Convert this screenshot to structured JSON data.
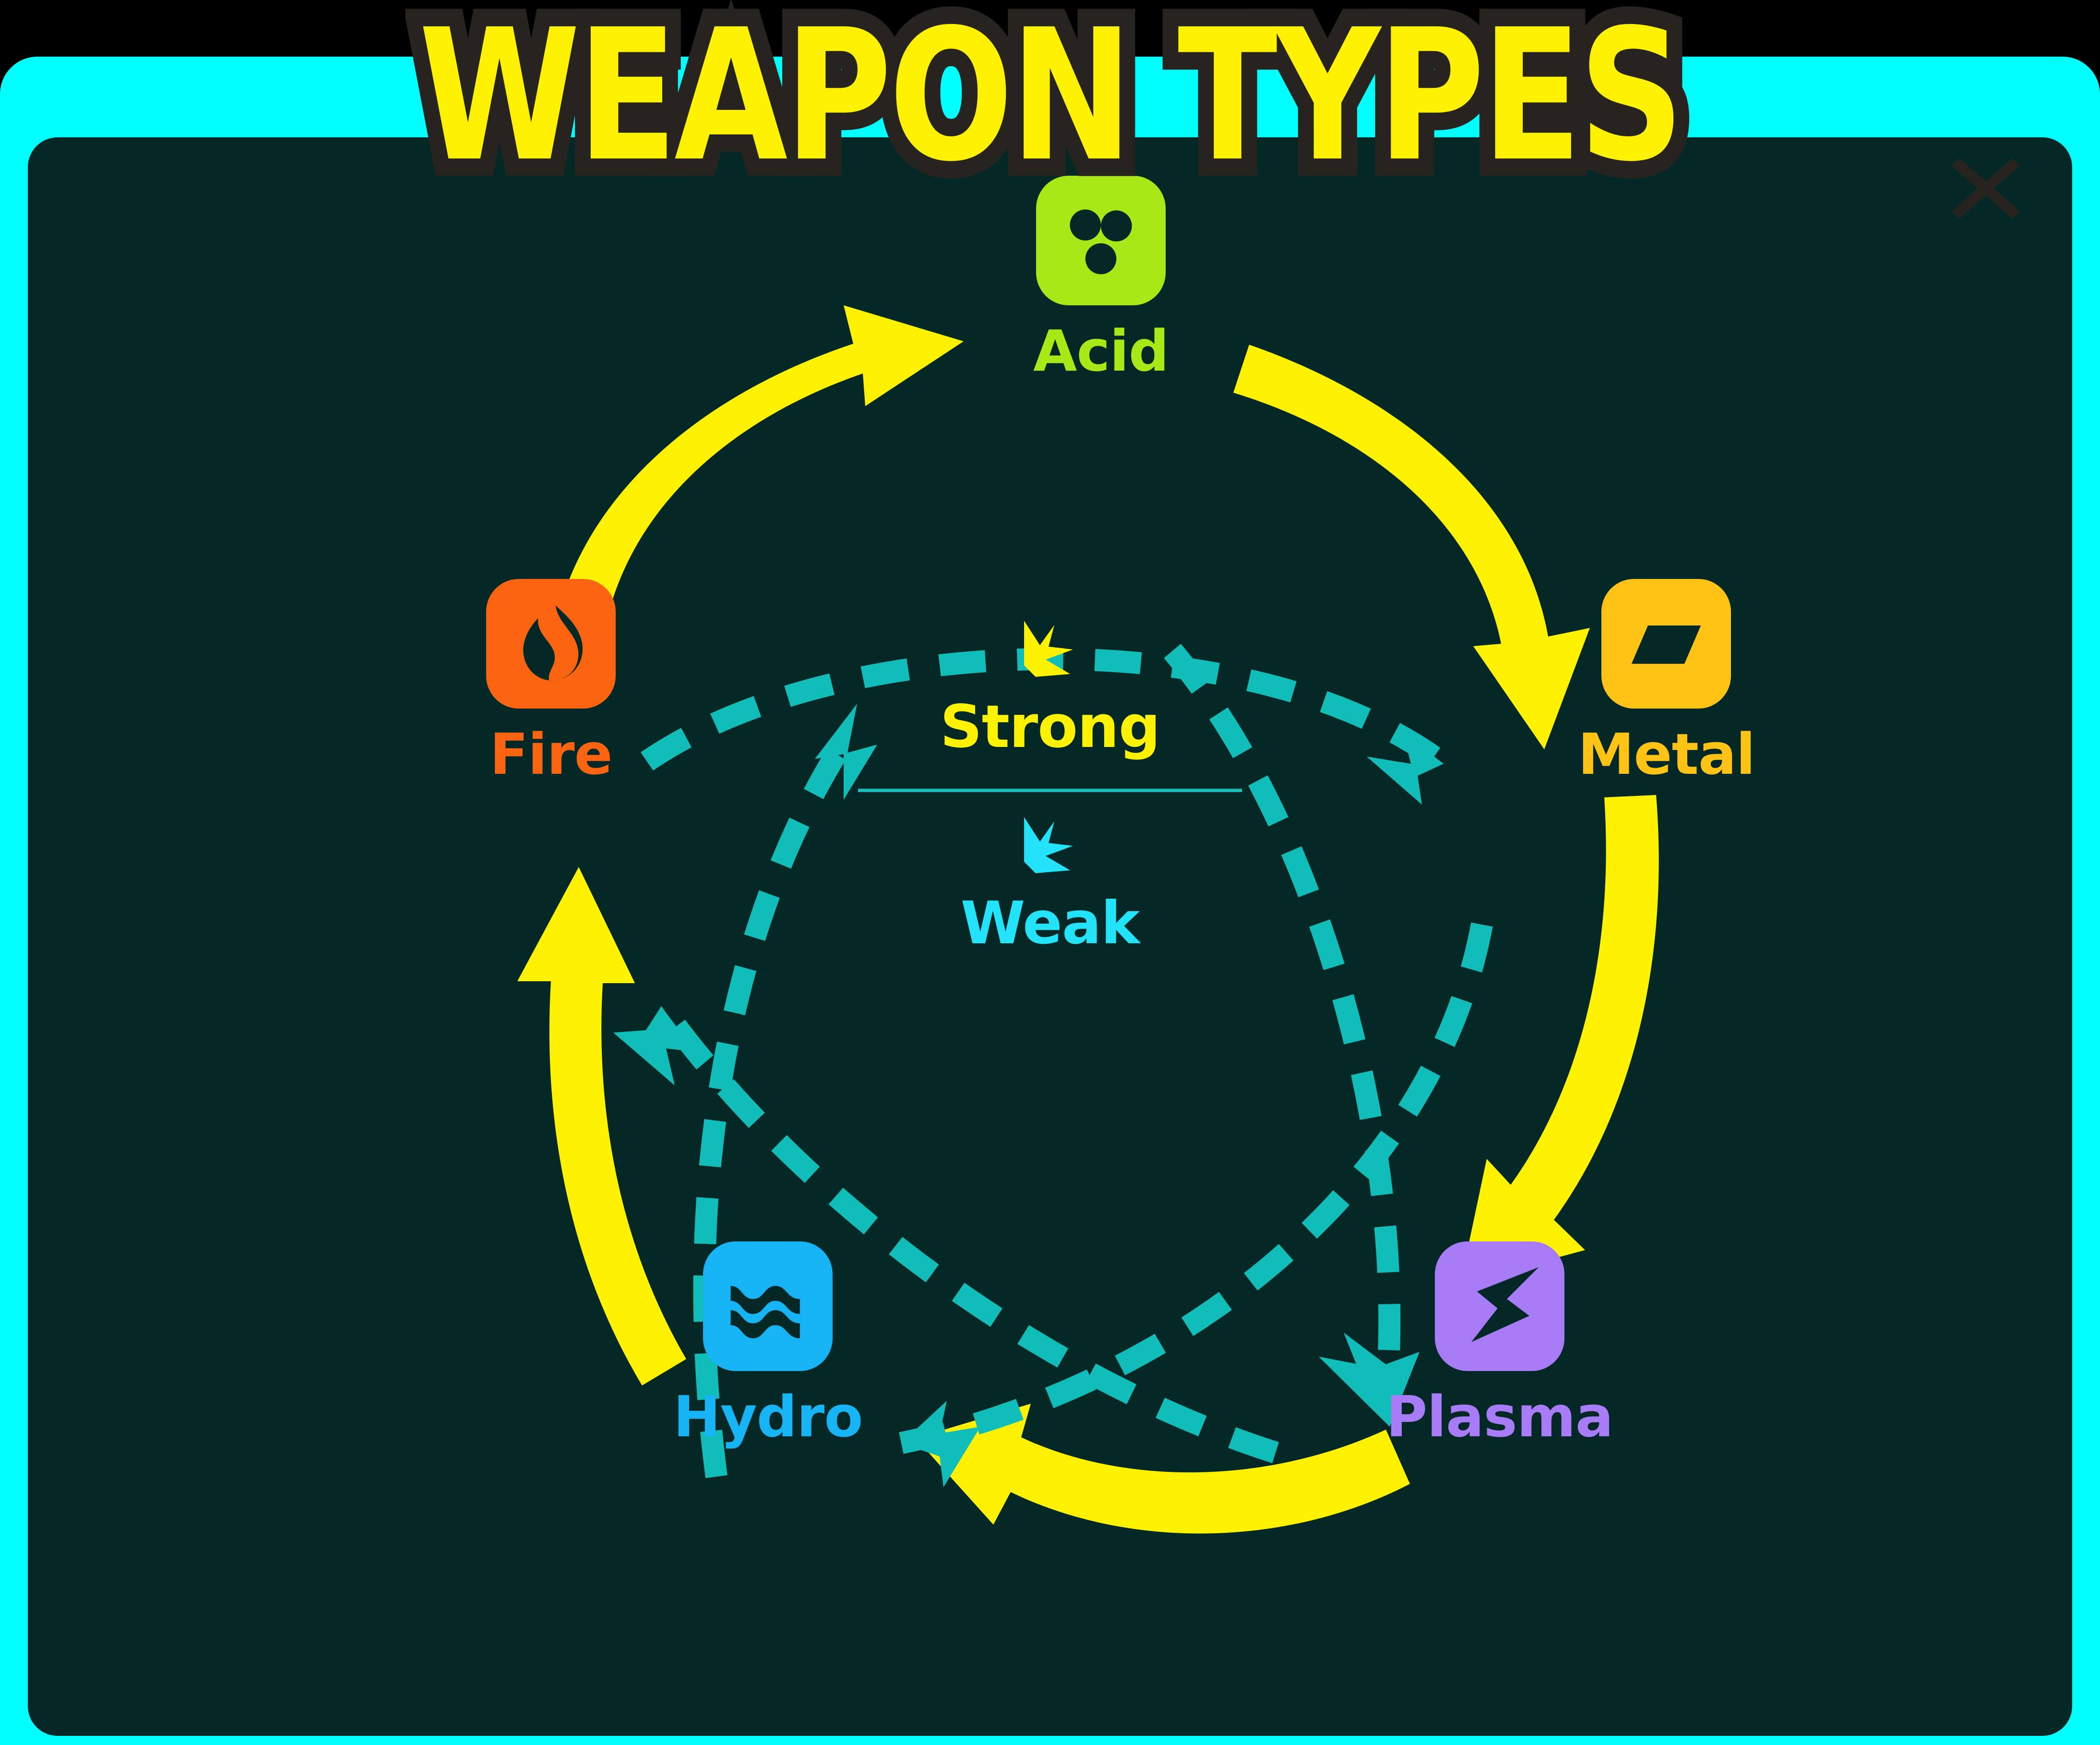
{
  "window": {
    "title": "WEAPON TYPES",
    "close_label": "✕",
    "close_icon": "close-icon",
    "frame_color": "#00FFFF",
    "panel_color": "#042825",
    "title_color": "#FFF200",
    "title_outline_color": "#272420",
    "backdrop_color": "#000000"
  },
  "legend": {
    "strong": {
      "label": "Strong",
      "color": "#FFF200",
      "icon": "impact-burst-icon"
    },
    "weak": {
      "label": "Weak",
      "color": "#22E3FA",
      "icon": "impact-burst-icon"
    },
    "divider_color": "#17BDB8"
  },
  "nodes": [
    {
      "id": "acid",
      "label": "Acid",
      "color": "#A8E817",
      "icon": "acid-droplets-icon"
    },
    {
      "id": "fire",
      "label": "Fire",
      "color": "#FA6411",
      "icon": "flame-icon"
    },
    {
      "id": "metal",
      "label": "Metal",
      "color": "#FFC315",
      "icon": "metal-plate-icon"
    },
    {
      "id": "hydro",
      "label": "Hydro",
      "color": "#17B4F5",
      "icon": "water-waves-icon"
    },
    {
      "id": "plasma",
      "label": "Plasma",
      "color": "#A87BF7",
      "icon": "lightning-bolt-icon"
    }
  ],
  "chart_data": {
    "type": "diagram",
    "title": "WEAPON TYPES",
    "diagram_kind": "type-effectiveness-wheel",
    "nodes": [
      "Acid",
      "Fire",
      "Metal",
      "Hydro",
      "Plasma"
    ],
    "relationships": [
      {
        "from": "Fire",
        "to": "Acid",
        "kind": "Strong",
        "style": "solid",
        "color": "#FFF200"
      },
      {
        "from": "Acid",
        "to": "Metal",
        "kind": "Strong",
        "style": "solid",
        "color": "#FFF200"
      },
      {
        "from": "Metal",
        "to": "Plasma",
        "kind": "Strong",
        "style": "solid",
        "color": "#FFF200"
      },
      {
        "from": "Plasma",
        "to": "Hydro",
        "kind": "Strong",
        "style": "solid",
        "color": "#FFF200"
      },
      {
        "from": "Hydro",
        "to": "Fire",
        "kind": "Strong",
        "style": "solid",
        "color": "#FFF200"
      },
      {
        "from": "Hydro",
        "to": "Acid",
        "kind": "Weak",
        "style": "dashed",
        "color": "#10BDB8"
      },
      {
        "from": "Fire",
        "to": "Metal",
        "kind": "Weak",
        "style": "dashed",
        "color": "#10BDB8"
      },
      {
        "from": "Acid",
        "to": "Plasma",
        "kind": "Weak",
        "style": "dashed",
        "color": "#10BDB8"
      },
      {
        "from": "Metal",
        "to": "Hydro",
        "kind": "Weak",
        "style": "dashed",
        "color": "#10BDB8"
      },
      {
        "from": "Plasma",
        "to": "Fire",
        "kind": "Weak",
        "style": "dashed",
        "color": "#10BDB8"
      }
    ],
    "legend": [
      "Strong",
      "Weak"
    ]
  }
}
